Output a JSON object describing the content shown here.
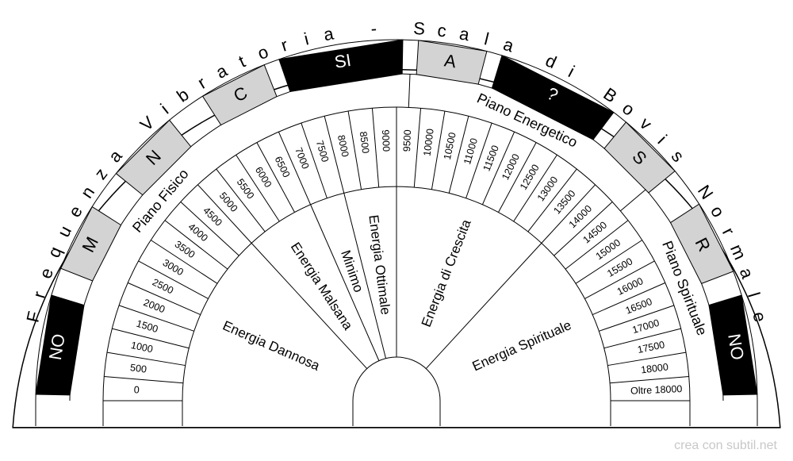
{
  "title": "Frequenza Vibratoria - Scala di Bovis Normale",
  "answer_boxes": [
    {
      "label": "NO",
      "color": "#000000",
      "text_color": "#ffffff"
    },
    {
      "label": "M",
      "color": "#d3d3d3",
      "text_color": "#000000"
    },
    {
      "label": "N",
      "color": "#d3d3d3",
      "text_color": "#000000"
    },
    {
      "label": "C",
      "color": "#d3d3d3",
      "text_color": "#000000"
    },
    {
      "label": "SI",
      "color": "#000000",
      "text_color": "#ffffff"
    },
    {
      "label": "A",
      "color": "#d3d3d3",
      "text_color": "#000000"
    },
    {
      "label": "?",
      "color": "#000000",
      "text_color": "#ffffff"
    },
    {
      "label": "S",
      "color": "#d3d3d3",
      "text_color": "#000000"
    },
    {
      "label": "R",
      "color": "#d3d3d3",
      "text_color": "#000000"
    },
    {
      "label": "NO",
      "color": "#000000",
      "text_color": "#ffffff"
    }
  ],
  "planes": [
    "Piano Fisico",
    "Piano Energetico",
    "Piano Spirituale"
  ],
  "values": [
    "0",
    "500",
    "1000",
    "1500",
    "2000",
    "2500",
    "3000",
    "3500",
    "4000",
    "4500",
    "5000",
    "5500",
    "6000",
    "6500",
    "7000",
    "7500",
    "8000",
    "8500",
    "9000",
    "9500",
    "10000",
    "10500",
    "11000",
    "11500",
    "12000",
    "12500",
    "13000",
    "13500",
    "14000",
    "14500",
    "15000",
    "15500",
    "16000",
    "16500",
    "17000",
    "17500",
    "18000",
    "Oltre 18000"
  ],
  "sectors": [
    {
      "label": "Energia Dannosa",
      "start": 0,
      "end": 10
    },
    {
      "label": "Energia Malsana",
      "start": 10,
      "end": 14
    },
    {
      "label": "Minimo",
      "start": 14,
      "end": 16
    },
    {
      "label": "Energia Ottimale",
      "start": 16,
      "end": 19
    },
    {
      "label": "Energia di Crescita",
      "start": 19,
      "end": 28
    },
    {
      "label": "Energia Spirituale",
      "start": 28,
      "end": 38
    }
  ],
  "credit": "crea con subtil.net"
}
